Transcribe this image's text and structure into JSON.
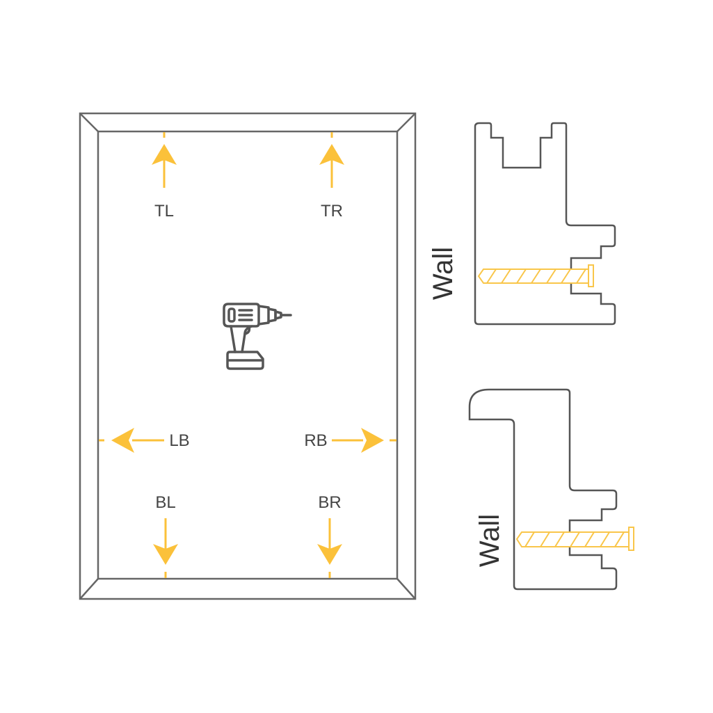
{
  "labels": {
    "tl": "TL",
    "tr": "TR",
    "lb": "LB",
    "rb": "RB",
    "bl": "BL",
    "br": "BR"
  },
  "profiles": {
    "top_wall": "Wall",
    "bottom_wall": "Wall"
  },
  "icons": {
    "center": "drill-icon"
  },
  "colors": {
    "arrow": "#FBC13A",
    "line": "#555555",
    "screw": "#F9C64A"
  }
}
